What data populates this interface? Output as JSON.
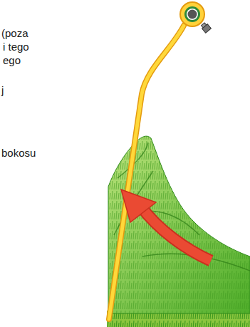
{
  "diagram": {
    "labels": [
      "(poza",
      "i tego",
      "ego",
      "j",
      "bokosu"
    ]
  }
}
